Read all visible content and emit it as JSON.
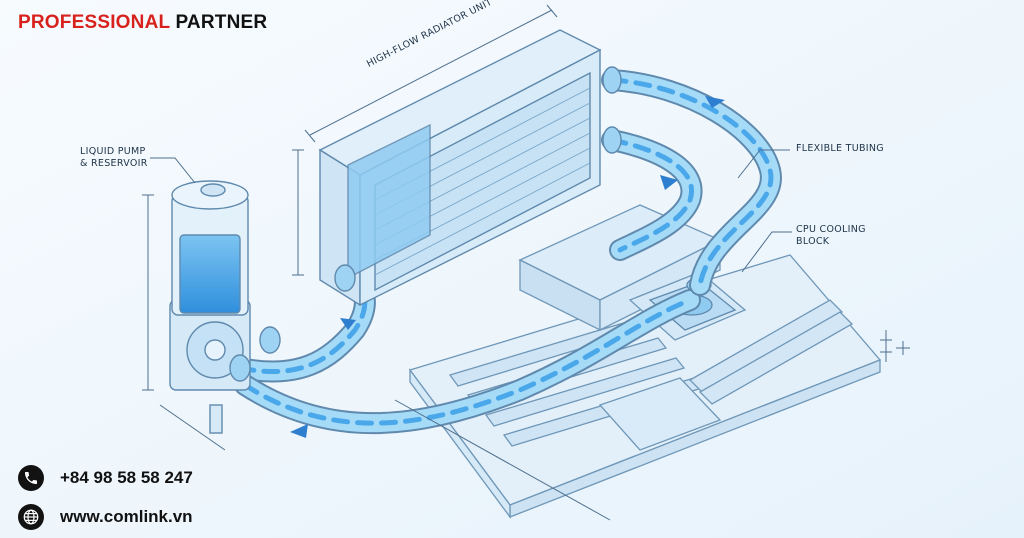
{
  "brand": {
    "part1": "PROFESSIONAL",
    "part2": "PARTNER"
  },
  "labels": {
    "radiator": "HIGH-FLOW RADIATOR UNIT",
    "pump": "LIQUID PUMP\n& RESERVOIR",
    "tubing": "FLEXIBLE TUBING",
    "cpu": "CPU COOLING\nBLOCK"
  },
  "contact": {
    "phone": "+84 98 58 58 247",
    "website": "www.comlink.vn"
  },
  "icons": [
    "phone-icon",
    "globe-icon"
  ],
  "colors": {
    "brand_red": "#d8201c",
    "line": "#5f89ad",
    "coolant": "#3fa3e8",
    "tube": "#8fd0f5"
  }
}
